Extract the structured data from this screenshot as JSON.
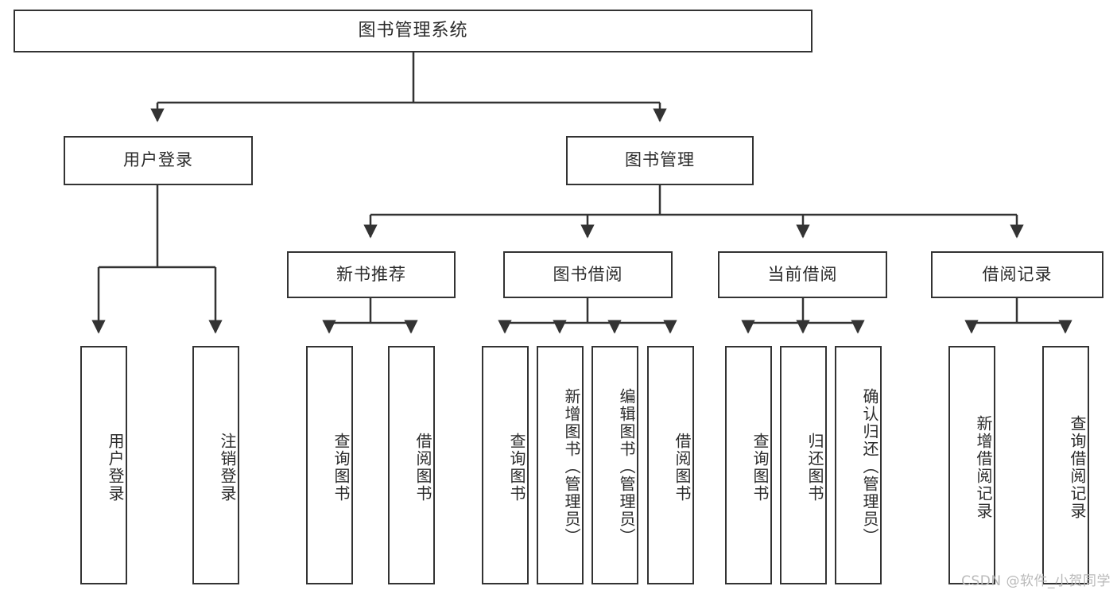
{
  "diagram": {
    "title": "图书管理系统",
    "type": "tree-hierarchy",
    "watermark": "CSDN @软件_小贺同学",
    "colors": {
      "stroke": "#333333",
      "text": "#2b2b2b",
      "background": "#ffffff",
      "watermark": "#b9b9b9"
    },
    "levels": {
      "root": {
        "label": "图书管理系统"
      },
      "level2": [
        {
          "label": "用户登录"
        },
        {
          "label": "图书管理"
        }
      ],
      "level3": [
        {
          "label": "新书推荐"
        },
        {
          "label": "图书借阅"
        },
        {
          "label": "当前借阅"
        },
        {
          "label": "借阅记录"
        }
      ],
      "leaves": {
        "user_login": [
          {
            "label": "用户登录"
          },
          {
            "label": "注销登录"
          }
        ],
        "new_book": [
          {
            "label": "查询图书"
          },
          {
            "label": "借阅图书"
          }
        ],
        "book_borrow": [
          {
            "label": "查询图书"
          },
          {
            "label": "新增图书（管理员）"
          },
          {
            "label": "编辑图书（管理员）"
          },
          {
            "label": "借阅图书"
          }
        ],
        "current_borrow": [
          {
            "label": "查询图书"
          },
          {
            "label": "归还图书"
          },
          {
            "label": "确认归还（管理员）"
          }
        ],
        "borrow_record": [
          {
            "label": "新增借阅记录"
          },
          {
            "label": "查询借阅记录"
          }
        ]
      }
    }
  }
}
